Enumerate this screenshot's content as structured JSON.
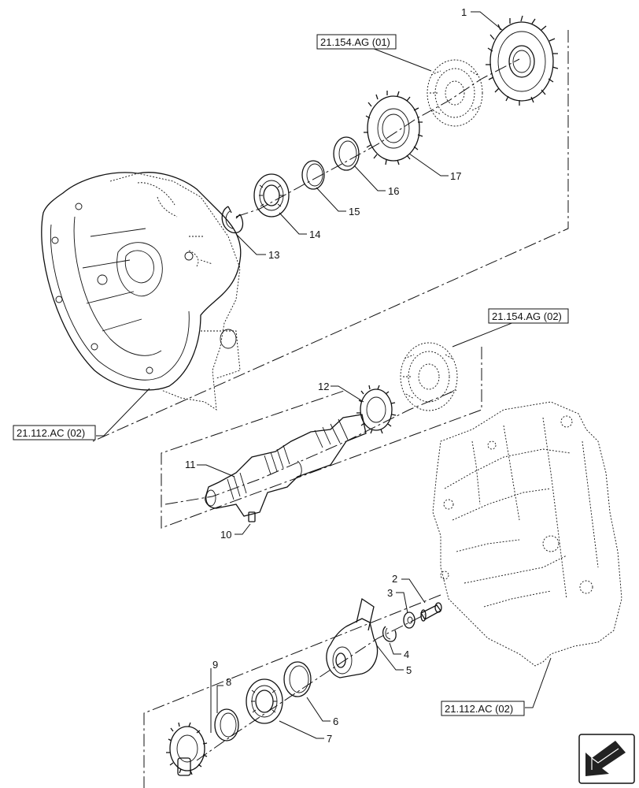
{
  "references": {
    "top": "21.154.AG (01)",
    "middle": "21.154.AG (02)",
    "left_housing": "21.112.AC (02)",
    "right_housing": "21.112.AC (02)"
  },
  "callouts": {
    "c1": "1",
    "c2": "2",
    "c3": "3",
    "c4": "4",
    "c5": "5",
    "c6": "6",
    "c7": "7",
    "c8": "8",
    "c9": "9",
    "c10": "10",
    "c11": "11",
    "c12": "12",
    "c13": "13",
    "c14": "14",
    "c15": "15",
    "c16": "16",
    "c17": "17"
  },
  "icons": {
    "corner": "arrow-icon"
  }
}
